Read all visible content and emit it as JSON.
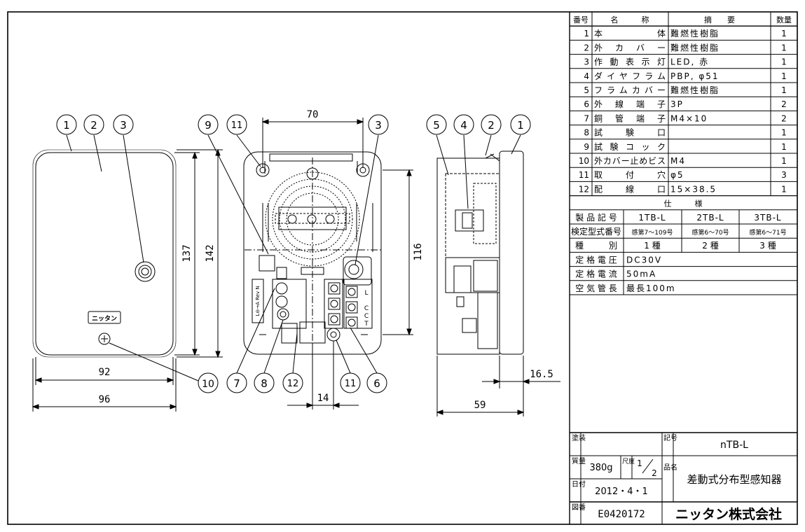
{
  "parts_table": {
    "headers": [
      "番号",
      "名　　　称",
      "摘　　要",
      "数量"
    ],
    "rows": [
      {
        "no": "1",
        "name": "本　　　　　体",
        "spec": "難燃性樹脂",
        "qty": "1"
      },
      {
        "no": "2",
        "name": "外　カ　バ　ー",
        "spec": "難燃性樹脂",
        "qty": "1"
      },
      {
        "no": "3",
        "name": "作 動 表 示 灯",
        "spec": "LED, 赤",
        "qty": "1"
      },
      {
        "no": "4",
        "name": "ダイヤフラム",
        "spec": "PBP, φ51",
        "qty": "1"
      },
      {
        "no": "5",
        "name": "フラムカバー",
        "spec": "難燃性樹脂",
        "qty": "1"
      },
      {
        "no": "6",
        "name": "外　線　端　子",
        "spec": "3P",
        "qty": "2"
      },
      {
        "no": "7",
        "name": "銅　管　端　子",
        "spec": "M4×10",
        "qty": "2"
      },
      {
        "no": "8",
        "name": "試　　験　　口",
        "spec": "",
        "qty": "1"
      },
      {
        "no": "9",
        "name": "試験コック",
        "spec": "",
        "qty": "1"
      },
      {
        "no": "10",
        "name": "外カバー止めビス",
        "spec": "M4",
        "qty": "1"
      },
      {
        "no": "11",
        "name": "取　　付　　穴",
        "spec": "φ5",
        "qty": "3"
      },
      {
        "no": "12",
        "name": "配　　線　　口",
        "spec": "15×38.5",
        "qty": "1"
      }
    ]
  },
  "spec_table": {
    "title": "仕　　　様",
    "model_label": "製 品 記 号",
    "models": [
      "1TB-L",
      "2TB-L",
      "3TB-L"
    ],
    "cert_label": "検定型式番号",
    "certs": [
      "感第7～109号",
      "感第6～70号",
      "感第6～71号"
    ],
    "type_label": "種　　　別",
    "types": [
      "1 種",
      "2 種",
      "3 種"
    ],
    "rows": [
      {
        "label": "定 格 電 圧",
        "value": "DC30V"
      },
      {
        "label": "定 格 電 流",
        "value": "50mA"
      },
      {
        "label": "空 気 管 長",
        "value": "最長100m"
      }
    ]
  },
  "title_block": {
    "finish_label": "塗装",
    "symbol_label": "記号",
    "symbol": "nTB-L",
    "mass_label": "質量",
    "mass": "380g",
    "scale_label": "尺度",
    "scale_num": "1",
    "scale_den": "2",
    "name_label": "品名",
    "product_name": "差動式分布型感知器",
    "date_label": "日付",
    "date": "2012・4・1",
    "drawing_label": "図番",
    "drawing_no": "E0420172",
    "company": "ニッタン株式会社"
  },
  "drawing": {
    "front_view": {
      "logo": "ニッタン",
      "dim_width_inner": "92",
      "dim_width_outer": "96",
      "dim_height_inner": "137",
      "dim_height_outer": "142",
      "callouts": [
        "1",
        "2",
        "3",
        "10"
      ]
    },
    "inner_view": {
      "dim_top": "70",
      "dim_right": "116",
      "dim_bottom": "14",
      "terminal_labels": [
        "L",
        "C",
        "C",
        "T"
      ],
      "test_label": "L⊖→A Rev N",
      "callouts_top": [
        "9",
        "11",
        "3"
      ],
      "callouts_bottom": [
        "7",
        "8",
        "12",
        "11",
        "6"
      ]
    },
    "side_view": {
      "dim_depth": "59",
      "dim_cover": "16.5",
      "callouts": [
        "5",
        "4",
        "2",
        "1"
      ]
    }
  }
}
